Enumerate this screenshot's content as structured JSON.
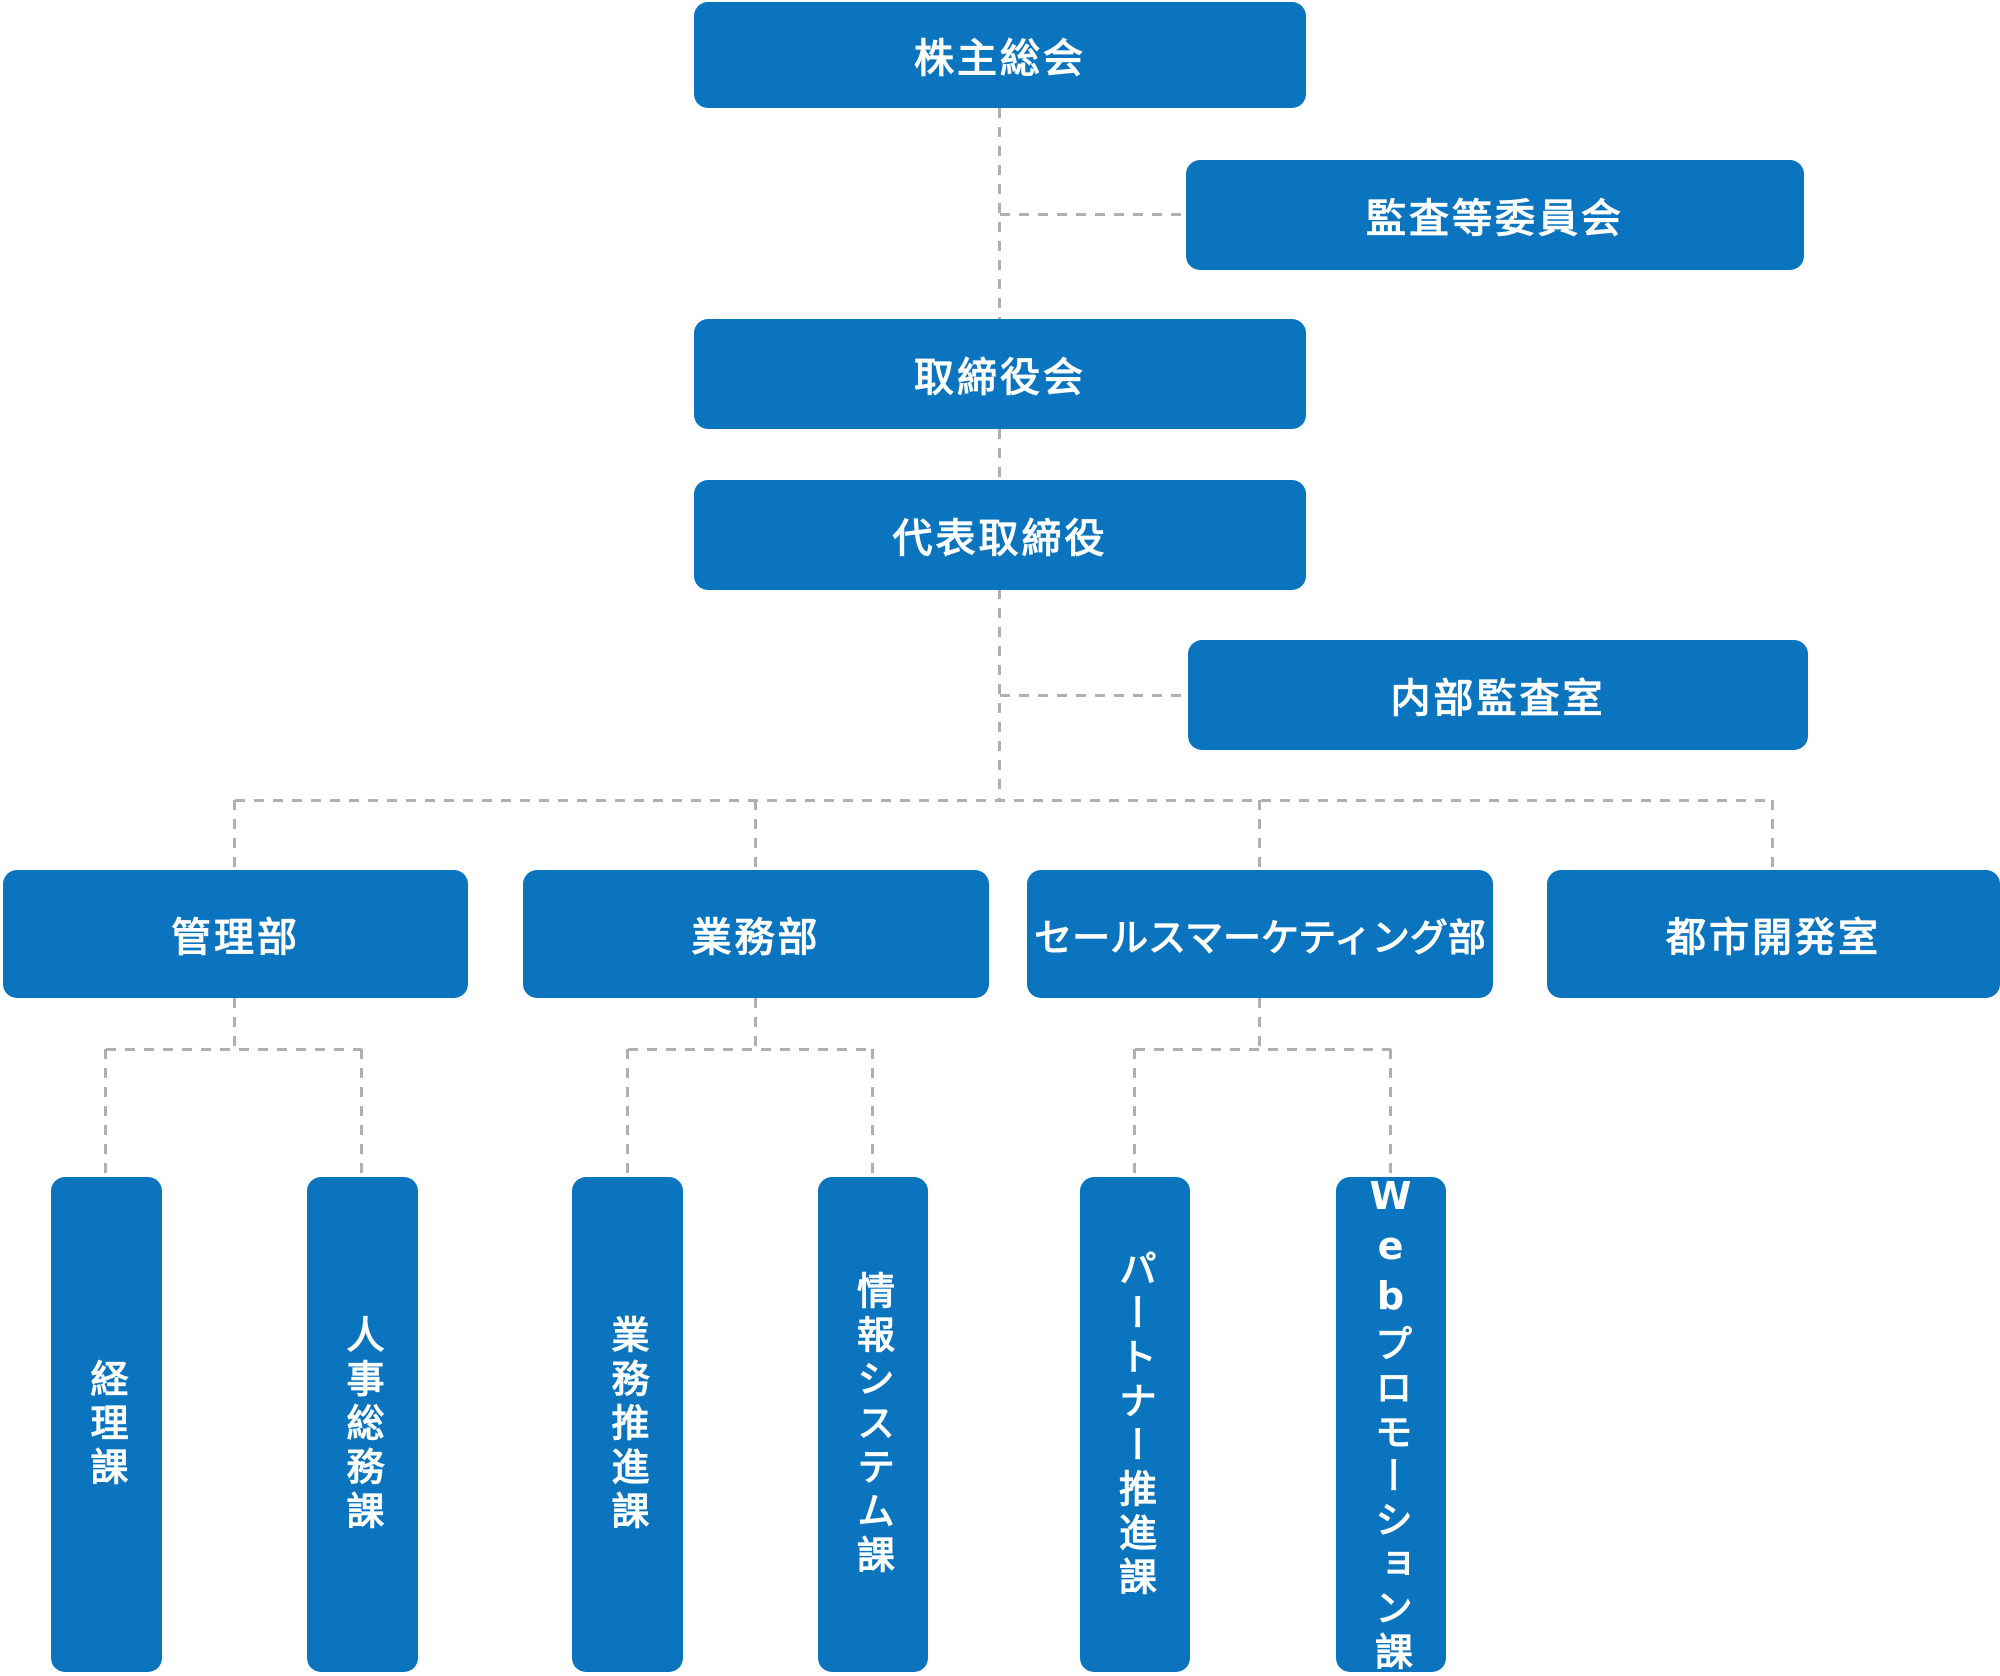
{
  "colors": {
    "node_blue": "#0a74bf",
    "connector_gray": "#b0b0b0",
    "text_white": "#ffffff"
  },
  "org": {
    "shareholders_meeting": "株主総会",
    "audit_committee": "監査等委員会",
    "board_of_directors": "取締役会",
    "representative_director": "代表取締役",
    "internal_audit_office": "内部監査室",
    "departments": [
      {
        "label": "管理部",
        "sections": [
          "経理課",
          "人事総務課"
        ]
      },
      {
        "label": "業務部",
        "sections": [
          "業務推進課",
          "情報システム課"
        ]
      },
      {
        "label": "セールスマーケティング部",
        "sections": [
          "パートナー推進課",
          "Webプロモーション課"
        ]
      },
      {
        "label": "都市開発室",
        "sections": []
      }
    ]
  }
}
